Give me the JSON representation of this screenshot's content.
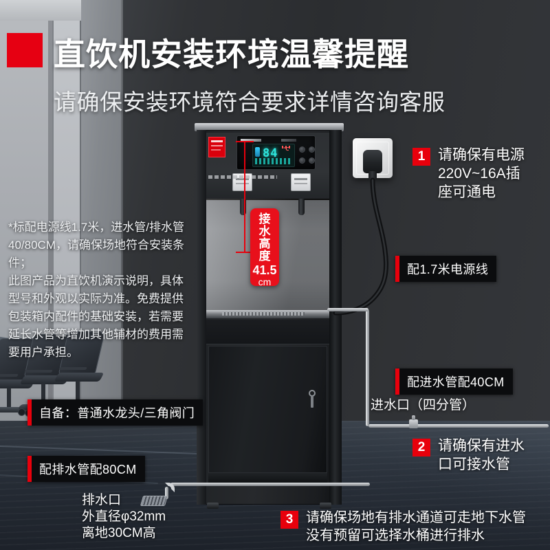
{
  "header": {
    "title": "直饮机安装环境温馨提醒",
    "subtitle": "请确保安装环境符合要求详情咨询客服"
  },
  "notes": {
    "left_disclaimer": "*标配电源线1.7米，进水管/排水管40/80CM，请确保场地符合安装条件；\n此图产品为直饮机演示说明，具体型号和外观以实际为准。免费提供包装箱内配件的基础安装，若需要延长水管等增加其他辅材的费用需要用户承担。"
  },
  "height_badge": {
    "line1": "接",
    "line2": "水",
    "line3": "高",
    "line4": "度",
    "value": "41.5",
    "unit": "cm"
  },
  "labels": {
    "power_cord": "配1.7米电源线",
    "inlet_hose": "配进水管配40CM",
    "self_prepare": "自备：普通水龙头/三角阀门",
    "drain_hose": "配排水管配80CM"
  },
  "plain": {
    "inlet_port": "进水口（四分管）",
    "drain_port": "排水口\n外直径φ32mm\n离地30CM高"
  },
  "numbered": [
    {
      "num": "1",
      "text": "请确保有电源\n220V~16A插\n座可通电"
    },
    {
      "num": "2",
      "text": "请确保有进水\n口可接水管"
    },
    {
      "num": "3",
      "text": "请确保场地有排水通道可走地下水管\n没有预留可选择水桶进行排水"
    }
  ],
  "display": {
    "temperature": "84",
    "unit": "℃"
  },
  "colors": {
    "accent_red": "#e8000c",
    "brand_red": "#e60012",
    "label_bg": "#0b0c0e",
    "lcd_cyan": "#2ee6dd"
  }
}
